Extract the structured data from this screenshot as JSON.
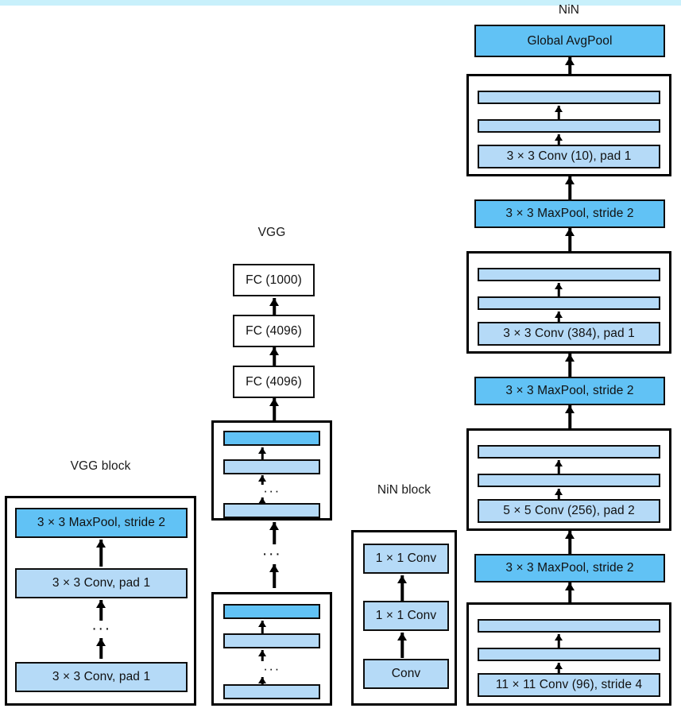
{
  "diagram": {
    "background": "#ffffff",
    "colors": {
      "dark_blue": "#61c2f5",
      "light_blue": "#b5daf7",
      "white": "#ffffff",
      "stroke": "#000000",
      "top_strip": "#c8f0fb"
    },
    "ellipsis": "···"
  },
  "vgg_block": {
    "title": "VGG block",
    "layers": [
      {
        "label": "3 × 3 MaxPool, stride 2",
        "fill": "dark"
      },
      {
        "label": "3 × 3 Conv, pad 1",
        "fill": "light"
      },
      {
        "label": "···",
        "fill": "ellipsis"
      },
      {
        "label": "3 × 3 Conv, pad 1",
        "fill": "light"
      }
    ]
  },
  "vgg": {
    "title": "VGG",
    "head_layers": [
      {
        "label": "FC (1000)",
        "fill": "white"
      },
      {
        "label": "FC (4096)",
        "fill": "white"
      },
      {
        "label": "FC (4096)",
        "fill": "white"
      }
    ],
    "upper_block": {
      "bars": [
        {
          "label": "",
          "fill": "dark"
        },
        {
          "label": "",
          "fill": "light"
        },
        {
          "label": "···",
          "fill": "ellipsis"
        },
        {
          "label": "",
          "fill": "light"
        }
      ]
    },
    "stack_ellipsis": "···",
    "lower_block": {
      "bars": [
        {
          "label": "",
          "fill": "dark"
        },
        {
          "label": "",
          "fill": "light"
        },
        {
          "label": "···",
          "fill": "ellipsis"
        },
        {
          "label": "",
          "fill": "light"
        }
      ]
    }
  },
  "nin_block": {
    "title": "NiN block",
    "layers": [
      {
        "label": "1 × 1 Conv",
        "fill": "light"
      },
      {
        "label": "1 × 1 Conv",
        "fill": "light"
      },
      {
        "label": "Conv",
        "fill": "light"
      }
    ]
  },
  "nin": {
    "title": "NiN",
    "top_layer": {
      "label": "Global AvgPool",
      "fill": "dark"
    },
    "stages": [
      {
        "kind": "block",
        "bars": [
          {
            "label": "",
            "fill": "light"
          },
          {
            "label": "",
            "fill": "light"
          },
          {
            "label": "3 × 3 Conv (10), pad 1",
            "fill": "light"
          }
        ]
      },
      {
        "kind": "pool",
        "label": "3 × 3 MaxPool, stride 2",
        "fill": "dark"
      },
      {
        "kind": "block",
        "bars": [
          {
            "label": "",
            "fill": "light"
          },
          {
            "label": "",
            "fill": "light"
          },
          {
            "label": "3 × 3 Conv (384), pad 1",
            "fill": "light"
          }
        ]
      },
      {
        "kind": "pool",
        "label": "3 × 3 MaxPool, stride 2",
        "fill": "dark"
      },
      {
        "kind": "block",
        "bars": [
          {
            "label": "",
            "fill": "light"
          },
          {
            "label": "",
            "fill": "light"
          },
          {
            "label": "5 × 5 Conv (256), pad 2",
            "fill": "light"
          }
        ]
      },
      {
        "kind": "pool",
        "label": "3 × 3 MaxPool, stride 2",
        "fill": "dark"
      },
      {
        "kind": "block",
        "bars": [
          {
            "label": "",
            "fill": "light"
          },
          {
            "label": "",
            "fill": "light"
          },
          {
            "label": "11 × 11 Conv (96), stride 4",
            "fill": "light"
          }
        ]
      }
    ]
  }
}
